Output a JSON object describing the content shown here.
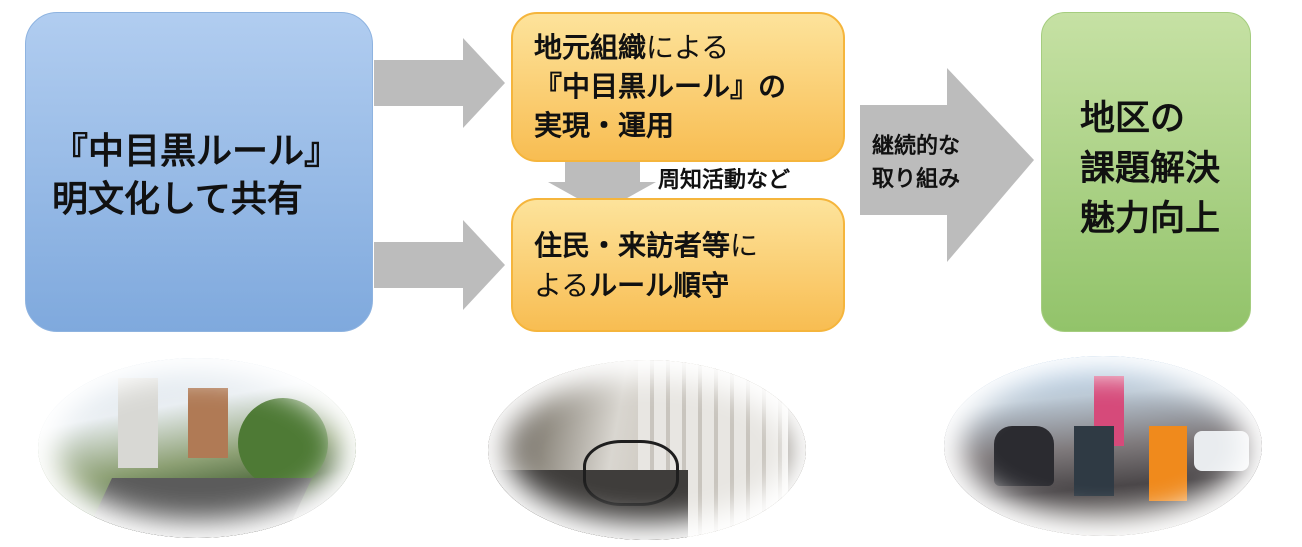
{
  "boxes": {
    "left_line1": "『中目黒ルール』",
    "left_line2": "明文化して共有",
    "top_line1_bold": "地元組織",
    "top_line1_thin": "による",
    "top_line2": "『中目黒ルール』の",
    "top_line3": "実現・運用",
    "bottom_line1_bold": "住民・来訪者等",
    "bottom_line1_thin": "に",
    "bottom_line2_thin": "よる",
    "bottom_line2_bold": "ルール順守",
    "right_line1": "地区の",
    "right_line2": "課題解決",
    "right_line3": "魅力向上"
  },
  "labels": {
    "awareness": "周知活動など",
    "continuous_line1": "継続的な",
    "continuous_line2": "取り組み"
  },
  "photos": [
    "street-slope-photo",
    "parked-bicycles-photo",
    "shopping-street-photo"
  ]
}
